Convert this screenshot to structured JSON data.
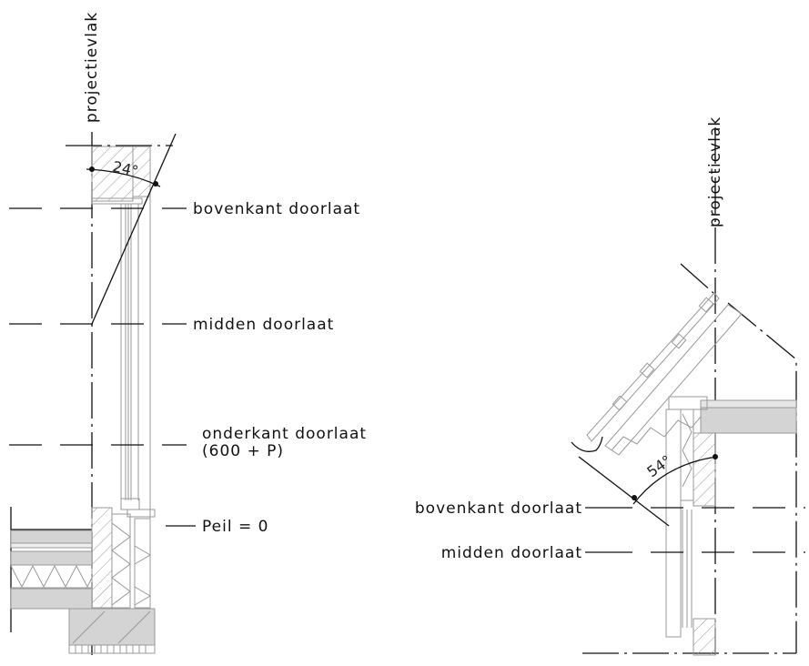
{
  "left_detail": {
    "projection_label": "projectievlak",
    "angle_label": "24°",
    "levels": {
      "top": "bovenkant doorlaat",
      "middle": "midden doorlaat",
      "bottom": "onderkant doorlaat",
      "bottom_note": "(600 + P)",
      "floor": "Peil = 0"
    }
  },
  "right_detail": {
    "projection_label": "projectievlak",
    "angle_label": "54°",
    "levels": {
      "top": "bovenkant doorlaat",
      "middle": "midden doorlaat"
    }
  }
}
